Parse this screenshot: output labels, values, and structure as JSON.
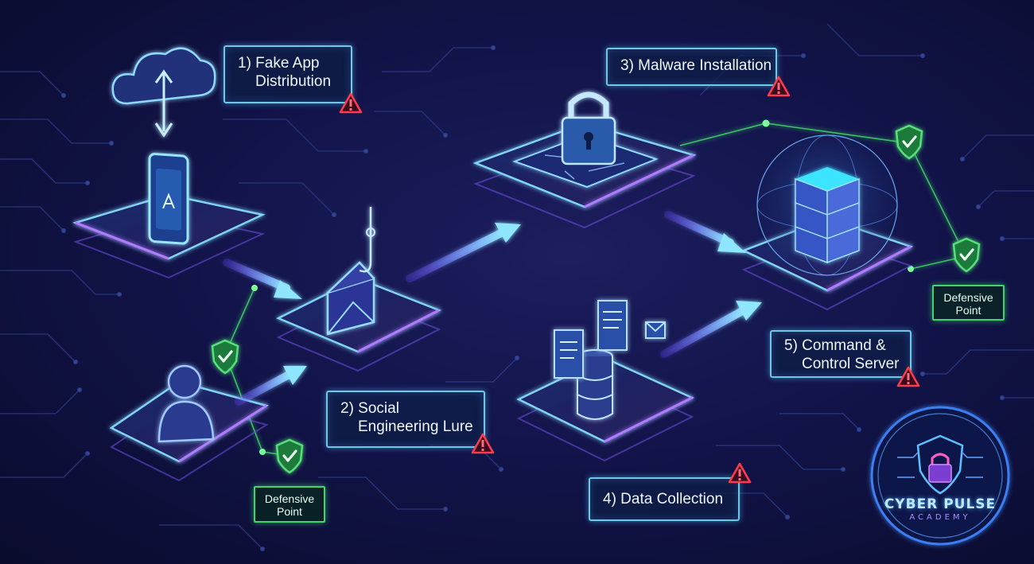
{
  "steps": [
    {
      "lines": [
        "1) Fake App",
        "Distribution"
      ]
    },
    {
      "lines": [
        "2) Social",
        "Engineering Lure"
      ]
    },
    {
      "lines": [
        "3) Malware Installation"
      ]
    },
    {
      "lines": [
        "4) Data Collection"
      ]
    },
    {
      "lines": [
        "5) Command &",
        "Control Server"
      ]
    }
  ],
  "defensive_points": [
    {
      "lines": [
        "Defensive",
        "Point"
      ]
    },
    {
      "lines": [
        "Defensive",
        "Point"
      ]
    }
  ],
  "logo": {
    "name": "CYBER PULSE",
    "sub": "ACADEMY"
  },
  "colors": {
    "accent": "#6fc9e6",
    "warning": "#ff3b4d",
    "defense": "#41d36d",
    "platform_glow": "#9d6bff",
    "arrow": "#7ad8ff"
  },
  "icons": [
    "cloud-transfer-icon",
    "smartphone-app-icon",
    "user-icon",
    "phishing-email-icon",
    "padlock-icon",
    "database-icon",
    "server-globe-icon",
    "shield-check-icon",
    "warning-icon"
  ]
}
